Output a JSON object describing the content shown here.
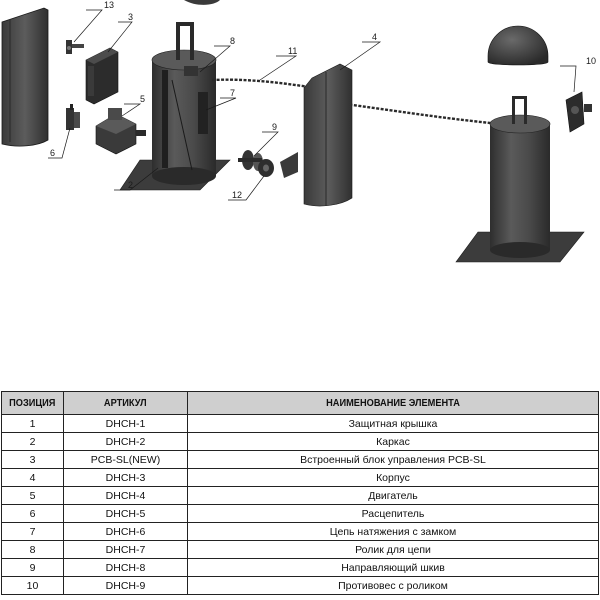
{
  "diagram": {
    "callouts": [
      "13",
      "3",
      "8",
      "11",
      "4",
      "10",
      "5",
      "6",
      "7",
      "9",
      "2",
      "12"
    ],
    "body_color": "#4a4a4a",
    "line_color": "#1a1a1a"
  },
  "table": {
    "headers": {
      "position": "ПОЗИЦИЯ",
      "article": "АРТИКУЛ",
      "name": "НАИМЕНОВАНИЕ ЭЛЕМЕНТА"
    },
    "header_bg": "#cfcfcf",
    "rows": [
      {
        "position": "1",
        "article": "DHCH-1",
        "name": "Защитная крышка"
      },
      {
        "position": "2",
        "article": "DHCH-2",
        "name": "Каркас"
      },
      {
        "position": "3",
        "article": "PCB-SL(NEW)",
        "name": "Встроенный блок управления PCB-SL"
      },
      {
        "position": "4",
        "article": "DHCH-3",
        "name": "Корпус"
      },
      {
        "position": "5",
        "article": "DHCH-4",
        "name": "Двигатель"
      },
      {
        "position": "6",
        "article": "DHCH-5",
        "name": "Расцепитель"
      },
      {
        "position": "7",
        "article": "DHCH-6",
        "name": "Цепь натяжения с замком"
      },
      {
        "position": "8",
        "article": "DHCH-7",
        "name": "Ролик для цепи"
      },
      {
        "position": "9",
        "article": "DHCH-8",
        "name": "Направляющий шкив"
      },
      {
        "position": "10",
        "article": "DHCH-9",
        "name": "Противовес с роликом"
      }
    ]
  }
}
